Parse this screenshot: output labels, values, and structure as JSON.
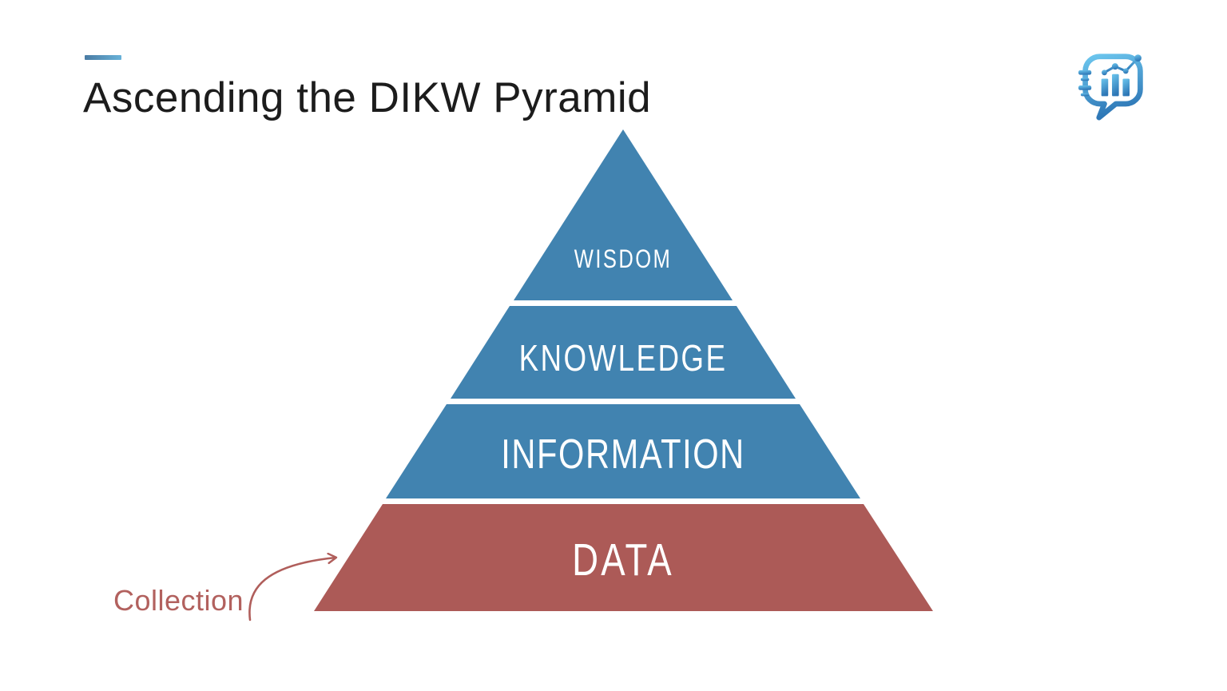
{
  "slide": {
    "title": "Ascending the DIKW Pyramid",
    "background_color": "#ffffff",
    "title_color": "#1c1c1c",
    "accent_dash_gradient": [
      "#4a7ba3",
      "#68b2d9"
    ]
  },
  "logo": {
    "icon": "chat-bubble-bar-chart-logo",
    "gradient": [
      "#6cc6ee",
      "#2e77b6"
    ]
  },
  "pyramid": {
    "type": "pyramid-diagram",
    "layers": [
      {
        "label": "WISDOM",
        "color": "#4183b0"
      },
      {
        "label": "KNOWLEDGE",
        "color": "#4183b0"
      },
      {
        "label": "INFORMATION",
        "color": "#4183b0"
      },
      {
        "label": "DATA",
        "color": "#ac5a57"
      }
    ],
    "label_color": "#ffffff"
  },
  "annotation": {
    "label": "Collection",
    "color": "#b2615e",
    "points_to": "DATA"
  }
}
